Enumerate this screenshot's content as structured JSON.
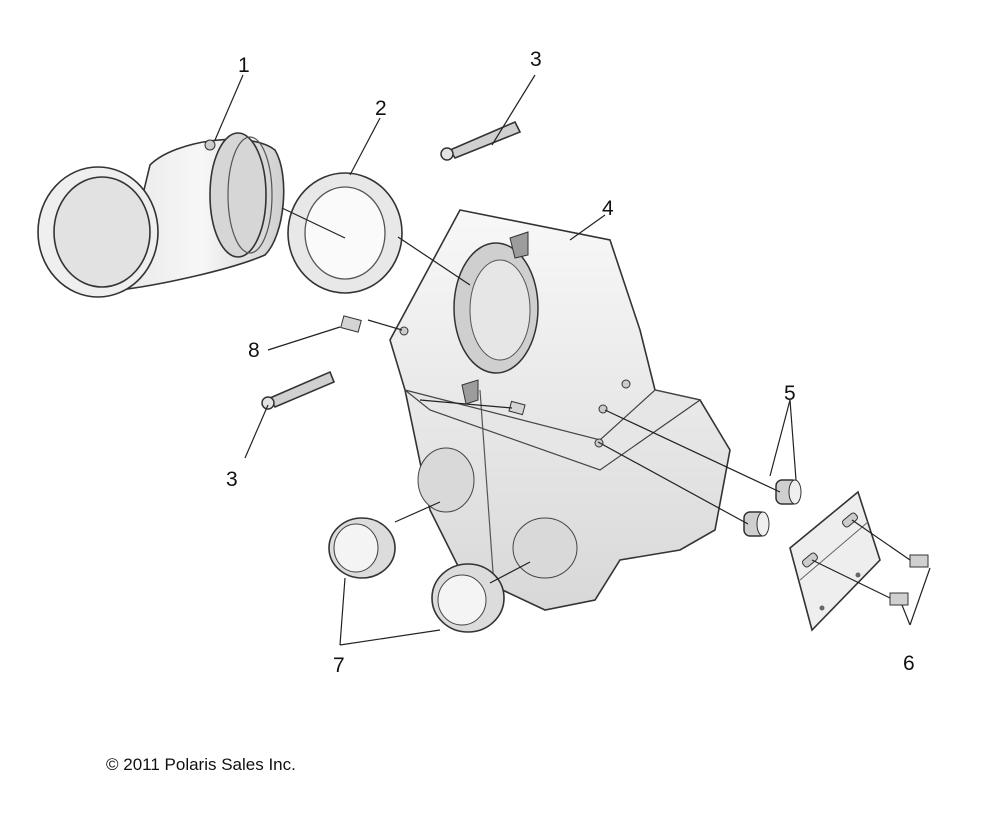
{
  "diagram": {
    "callouts": [
      "1",
      "2",
      "3",
      "3",
      "4",
      "5",
      "6",
      "7",
      "8"
    ],
    "copyright": "© 2011 Polaris Sales Inc.",
    "colors": {
      "part_fill": "#f4f4f4",
      "part_shade": "#dcdcdc",
      "part_dark": "#b5b5b5",
      "outline": "#333333"
    }
  }
}
